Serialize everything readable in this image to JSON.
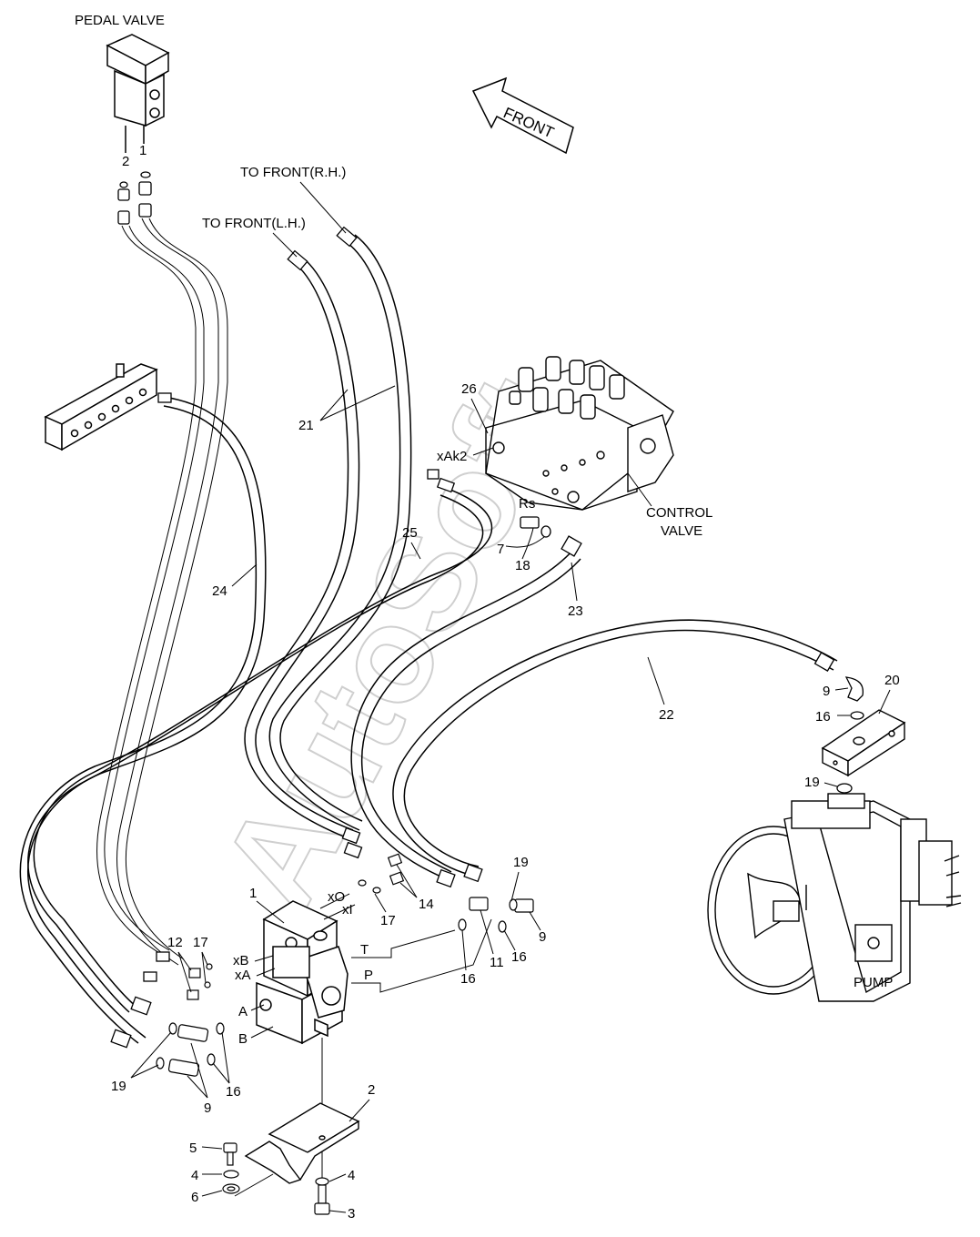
{
  "labels": {
    "pedal_valve": "PEDAL VALVE",
    "front": "FRONT",
    "to_front_rh": "TO FRONT(R.H.)",
    "to_front_lh": "TO FRONT(L.H.)",
    "control_valve_1": "CONTROL",
    "control_valve_2": "VALVE",
    "pump": "PUMP",
    "port_xak2": "xAk2",
    "port_rs": "Rs",
    "port_xo": "xO",
    "port_xi": "xI",
    "port_xb": "xB",
    "port_xa": "xA",
    "port_t": "T",
    "port_p": "P",
    "port_a": "A",
    "port_b": "B",
    "watermark": "AutoSoft"
  },
  "callouts": {
    "c1_top": "1",
    "c2_top": "2",
    "c21": "21",
    "c26": "26",
    "c24": "24",
    "c25": "25",
    "c7": "7",
    "c18": "18",
    "c23": "23",
    "c22": "22",
    "c9_pump": "9",
    "c20": "20",
    "c16_pump": "16",
    "c19_pump": "19",
    "c1_block": "1",
    "c14": "14",
    "c17_mid": "17",
    "c19_mid": "19",
    "c9_mid": "9",
    "c16_mid_r": "16",
    "c11": "11",
    "c16_mid_l": "16",
    "c12": "12",
    "c17_left": "17",
    "c19_bottom": "19",
    "c9_bottom": "9",
    "c16_bottom": "16",
    "c2_bracket": "2",
    "c5": "5",
    "c4_left": "4",
    "c6": "6",
    "c4_right": "4",
    "c3": "3"
  }
}
